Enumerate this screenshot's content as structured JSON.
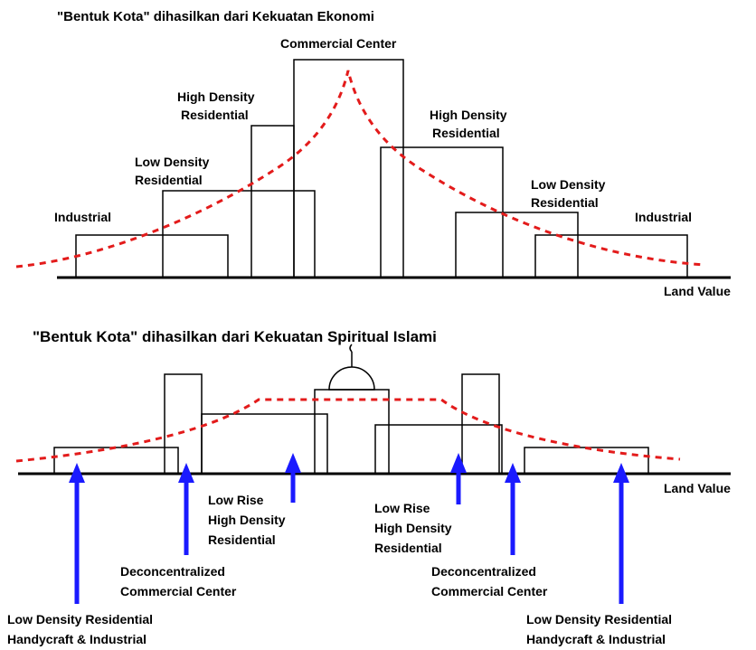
{
  "colors": {
    "ink": "#000000",
    "curve": "#e31b1b",
    "arrow": "#1a1aff",
    "background": "#ffffff"
  },
  "diagram_top": {
    "title": "\"Bentuk Kota\" dihasilkan dari Kekuatan Ekonomi",
    "axis_label": "Land Value",
    "labels": {
      "commercial_center": "Commercial Center",
      "hd_left_1": "High Density",
      "hd_left_2": "Residential",
      "hd_right_1": "High Density",
      "hd_right_2": "Residential",
      "ld_left_1": "Low Density",
      "ld_left_2": "Residential",
      "ld_right_1": "Low Density",
      "ld_right_2": "Residential",
      "industrial_left": "Industrial",
      "industrial_right": "Industrial"
    }
  },
  "diagram_bottom": {
    "title": "\"Bentuk Kota\" dihasilkan dari Kekuatan Spiritual Islami",
    "axis_label": "Land Value",
    "icon": "mosque-dome-icon",
    "labels": {
      "lowrise_left_1": "Low Rise",
      "lowrise_left_2": "High Density",
      "lowrise_left_3": "Residential",
      "lowrise_right_1": "Low Rise",
      "lowrise_right_2": "High Density",
      "lowrise_right_3": "Residential",
      "decon_left_1": "Deconcentralized",
      "decon_left_2": "Commercial Center",
      "decon_right_1": "Deconcentralized",
      "decon_right_2": "Commercial Center",
      "ldr_left_1": "Low Density Residential",
      "ldr_left_2": "Handycraft & Industrial",
      "ldr_right_1": "Low Density Residential",
      "ldr_right_2": "Handycraft & Industrial"
    }
  }
}
